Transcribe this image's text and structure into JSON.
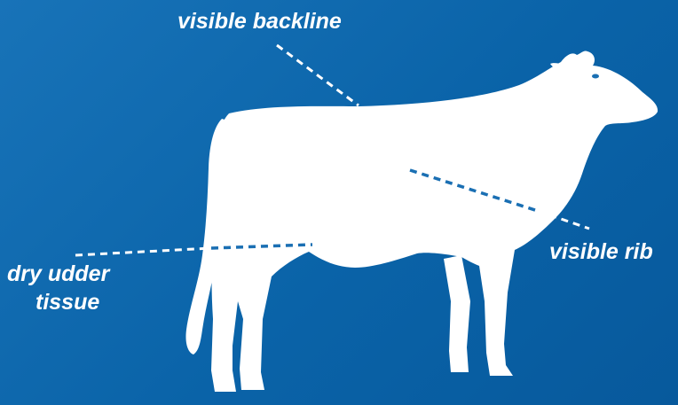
{
  "labels": {
    "backline": "visible backline",
    "rib": "visible rib",
    "udder_line1": "dry udder",
    "udder_line2": "tissue"
  },
  "colors": {
    "background": "#0a63a8",
    "silhouette": "#ffffff",
    "text": "#ffffff",
    "callout_on_background": "#ffffff",
    "callout_on_silhouette": "#1a6fb3"
  }
}
